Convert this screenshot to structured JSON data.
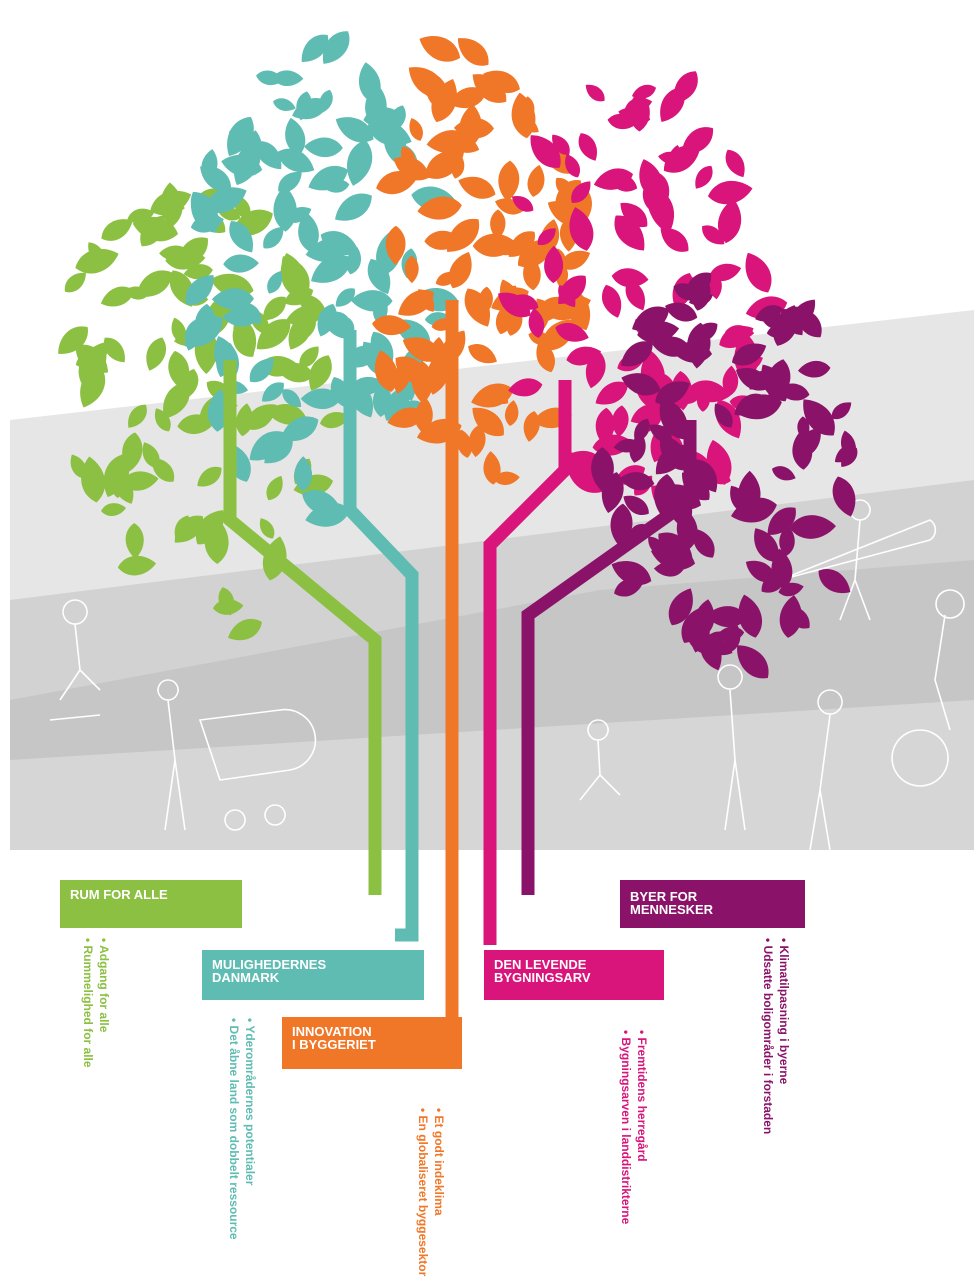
{
  "colors": {
    "green": "#8cc043",
    "teal": "#5fbcb2",
    "orange": "#f07727",
    "pink": "#d9147a",
    "purple": "#8a1369",
    "scene_bg": "#d9d9d9"
  },
  "branches": [
    {
      "id": "green",
      "title": "RUM FOR ALLE",
      "items": [
        "Adgang for alle",
        "Rummelighed for alle"
      ]
    },
    {
      "id": "teal",
      "title": "MULIGHEDERNES\nDANMARK",
      "items": [
        "Yderområdernes potentialer",
        "Det åbne land som dobbelt ressource"
      ]
    },
    {
      "id": "orange",
      "title": "INNOVATION\nI BYGGERIET",
      "items": [
        "Et godt indeklima",
        "En globaliseret byggesektor"
      ]
    },
    {
      "id": "pink",
      "title": "DEN LEVENDE\nBYGNINGSARV",
      "items": [
        "Fremtidens herregård",
        "Bygningsarven i landdistrikterne"
      ]
    },
    {
      "id": "purple",
      "title": "BYER FOR\nMENNESKER",
      "items": [
        "Klimatilpasning i byerne",
        "Udsatte boligområder i forstaden"
      ]
    }
  ],
  "scene": {
    "figures": [
      "skater-figure",
      "stroller-woman-figure",
      "child-figure",
      "talking-men-figure",
      "surfer-figure",
      "cyclist-figure"
    ]
  }
}
